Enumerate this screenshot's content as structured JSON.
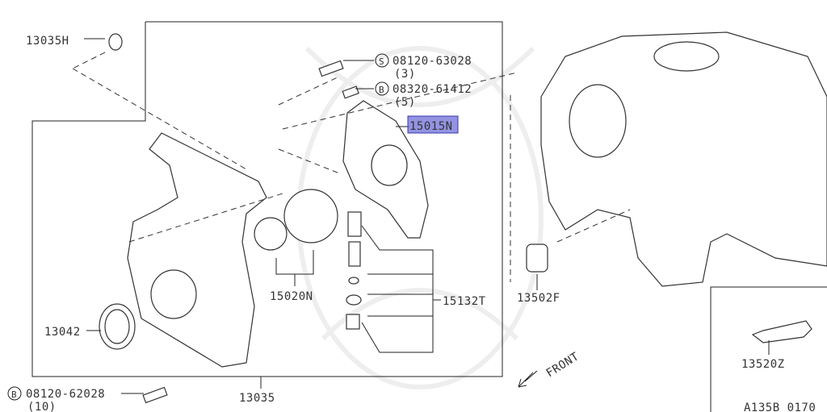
{
  "diagram": {
    "labels": {
      "p13035H": "13035H",
      "bolt_s_num": "08120-63028",
      "bolt_s_qty": "(3)",
      "bolt_s_mark": "S",
      "bolt_b_num": "08320-61412",
      "bolt_b_qty": "(5)",
      "bolt_b_mark": "B",
      "p15015N": "15015N",
      "p15020N": "15020N",
      "p15132T": "15132T",
      "p13502F": "13502F",
      "p13042": "13042",
      "p13035": "13035",
      "bolt_bottom_mark": "B",
      "bolt_bottom_num": "08120-62028",
      "bolt_bottom_qty": "(10)",
      "front": "FRONT",
      "p13520Z": "13520Z",
      "diagram_code": "A135B 0170"
    },
    "highlight_color": "#6f6fd8",
    "highlighted_part": "15015N"
  }
}
